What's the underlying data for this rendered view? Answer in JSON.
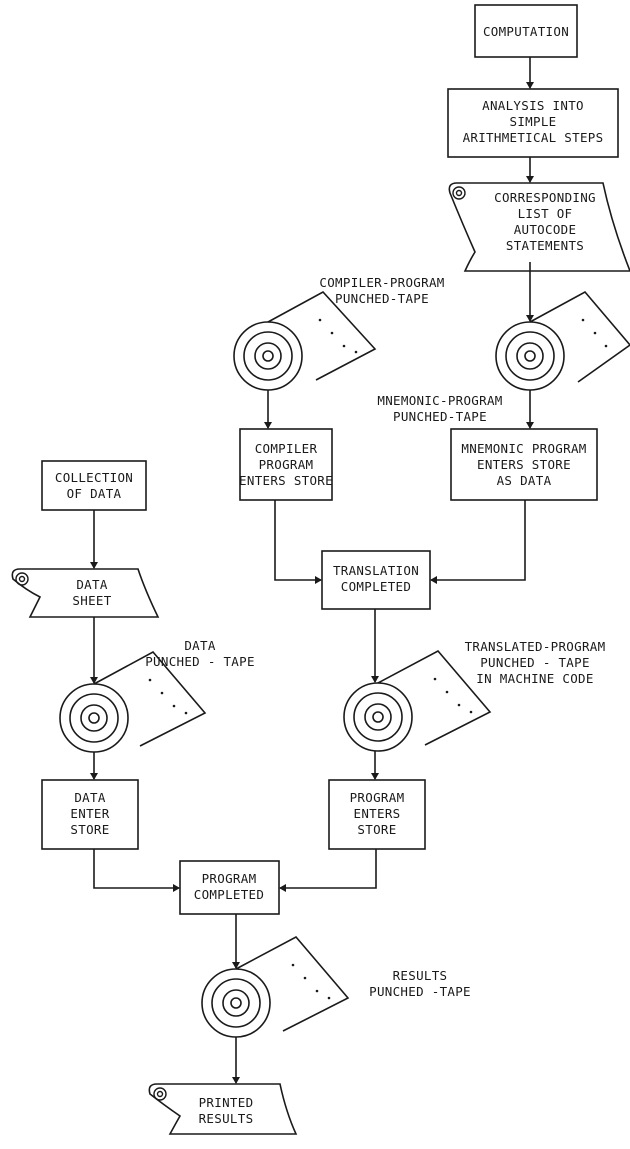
{
  "nodes": {
    "computation": [
      "COMPUTATION"
    ],
    "analysis": [
      "ANALYSIS INTO",
      "SIMPLE",
      "ARITHMETICAL STEPS"
    ],
    "autocode_list": [
      "CORRESPONDING",
      "LIST OF",
      "AUTOCODE",
      "STATEMENTS"
    ],
    "compiler_tape_label": [
      "COMPILER-PROGRAM",
      "PUNCHED-TAPE"
    ],
    "mnemonic_tape_label": [
      "MNEMONIC-PROGRAM",
      "PUNCHED-TAPE"
    ],
    "compiler_enters": [
      "COMPILER",
      "PROGRAM",
      "ENTERS STORE"
    ],
    "mnemonic_enters": [
      "MNEMONIC PROGRAM",
      "ENTERS STORE",
      "AS DATA"
    ],
    "collection": [
      "COLLECTION",
      "OF DATA"
    ],
    "data_sheet": [
      "DATA",
      "SHEET"
    ],
    "translation": [
      "TRANSLATION",
      "COMPLETED"
    ],
    "data_tape_label": [
      "DATA",
      "PUNCHED - TAPE"
    ],
    "translated_tape_label": [
      "TRANSLATED-PROGRAM",
      "PUNCHED - TAPE",
      "IN MACHINE CODE"
    ],
    "data_enter": [
      "DATA",
      "ENTER",
      "STORE"
    ],
    "program_enters": [
      "PROGRAM",
      "ENTERS",
      "STORE"
    ],
    "program_completed": [
      "PROGRAM",
      "COMPLETED"
    ],
    "results_tape_label": [
      "RESULTS",
      "PUNCHED -TAPE"
    ],
    "printed_results": [
      "PRINTED",
      "RESULTS"
    ]
  }
}
